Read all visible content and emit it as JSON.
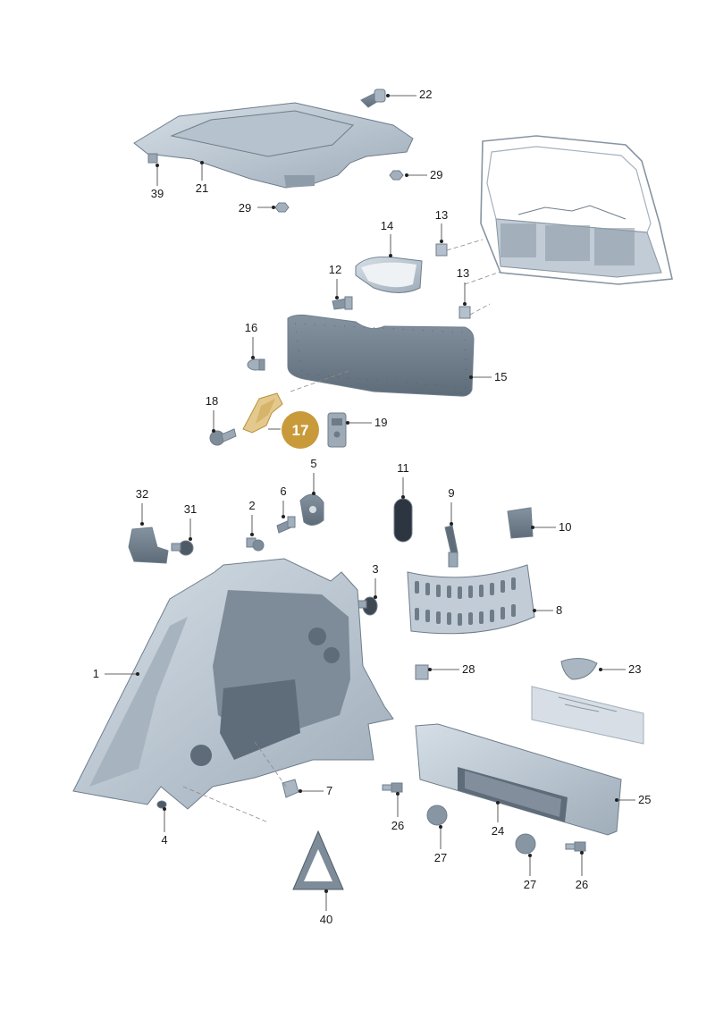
{
  "colors": {
    "part_fill": "#c7d2dc",
    "part_dark": "#7d8c9a",
    "part_deep": "#5b6876",
    "highlight_fill": "#c89a3a",
    "highlight_part": "#e3c98d",
    "line": "#333333"
  },
  "highlight": {
    "label": "17"
  },
  "callouts": [
    {
      "id": "22",
      "label": "22"
    },
    {
      "id": "21",
      "label": "21"
    },
    {
      "id": "39",
      "label": "39"
    },
    {
      "id": "29a",
      "label": "29"
    },
    {
      "id": "29b",
      "label": "29"
    },
    {
      "id": "14",
      "label": "14"
    },
    {
      "id": "13a",
      "label": "13"
    },
    {
      "id": "13b",
      "label": "13"
    },
    {
      "id": "12",
      "label": "12"
    },
    {
      "id": "16",
      "label": "16"
    },
    {
      "id": "15",
      "label": "15"
    },
    {
      "id": "18",
      "label": "18"
    },
    {
      "id": "19",
      "label": "19"
    },
    {
      "id": "5",
      "label": "5"
    },
    {
      "id": "11",
      "label": "11"
    },
    {
      "id": "32",
      "label": "32"
    },
    {
      "id": "31",
      "label": "31"
    },
    {
      "id": "2",
      "label": "2"
    },
    {
      "id": "6",
      "label": "6"
    },
    {
      "id": "9",
      "label": "9"
    },
    {
      "id": "10",
      "label": "10"
    },
    {
      "id": "3",
      "label": "3"
    },
    {
      "id": "8",
      "label": "8"
    },
    {
      "id": "1",
      "label": "1"
    },
    {
      "id": "28",
      "label": "28"
    },
    {
      "id": "23",
      "label": "23"
    },
    {
      "id": "7",
      "label": "7"
    },
    {
      "id": "4",
      "label": "4"
    },
    {
      "id": "25",
      "label": "25"
    },
    {
      "id": "26a",
      "label": "26"
    },
    {
      "id": "24",
      "label": "24"
    },
    {
      "id": "27a",
      "label": "27"
    },
    {
      "id": "27b",
      "label": "27"
    },
    {
      "id": "26b",
      "label": "26"
    },
    {
      "id": "40",
      "label": "40"
    }
  ]
}
